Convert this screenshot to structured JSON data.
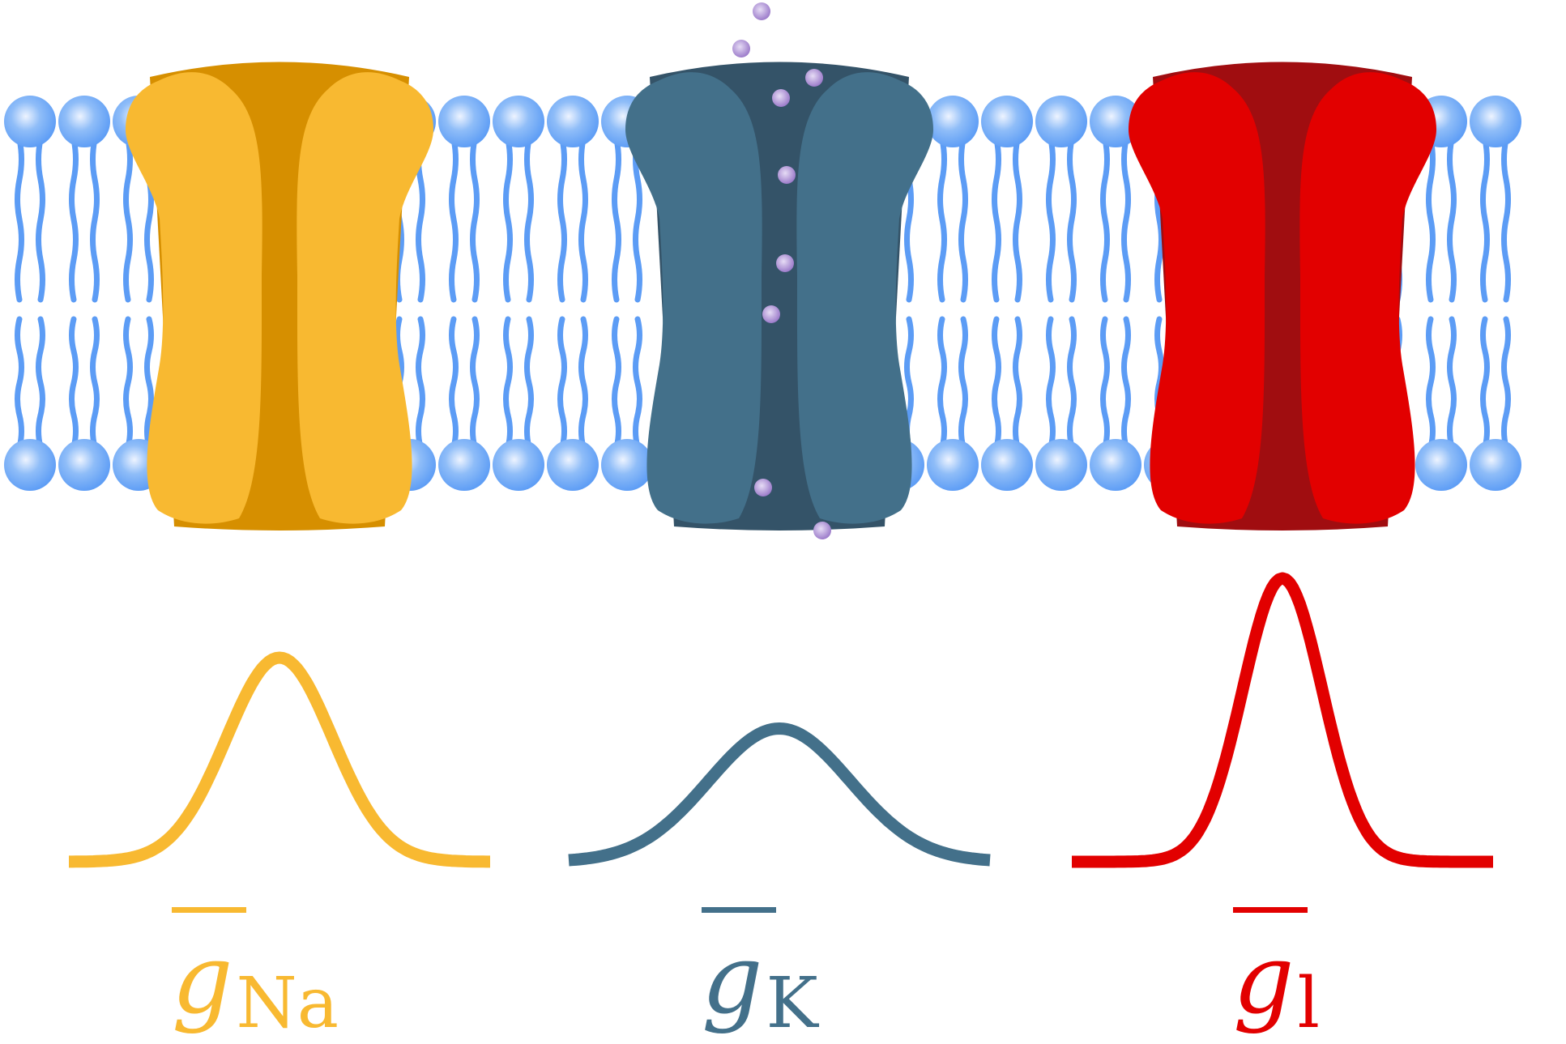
{
  "colors": {
    "lipid_head": "#5c9cf5",
    "lipid_head_highlight": "#eef4ff",
    "lipid_tail": "#5c9cf5",
    "ion": "#9a79c9",
    "ion_highlight": "#e6dcf5",
    "na_light": "#f8b931",
    "na_dark": "#d68f00",
    "k_light": "#43708a",
    "k_dark": "#345368",
    "l_light": "#e20000",
    "l_dark": "#a00d10"
  },
  "channels": [
    {
      "id": "na",
      "name": "sodium-channel",
      "light": "#f8b931",
      "dark": "#d68f00"
    },
    {
      "id": "k",
      "name": "potassium-channel",
      "light": "#43708a",
      "dark": "#345368"
    },
    {
      "id": "l",
      "name": "leak-channel",
      "light": "#e20000",
      "dark": "#a00d10"
    }
  ],
  "curves": [
    {
      "id": "na",
      "color": "#f8b931",
      "amplitude": 0.72,
      "width": 0.6
    },
    {
      "id": "k",
      "color": "#43708a",
      "amplitude": 0.47,
      "width": 0.8
    },
    {
      "id": "l",
      "color": "#e20000",
      "amplitude": 1.0,
      "width": 0.45
    }
  ],
  "labels": {
    "na": {
      "symbol": "g",
      "subscript": "Na"
    },
    "k": {
      "symbol": "g",
      "subscript": "K"
    },
    "l": {
      "symbol": "g",
      "subscript": "l"
    }
  },
  "icons": [
    "lipid-head-icon",
    "ion-particle-icon",
    "channel-protein-icon"
  ]
}
